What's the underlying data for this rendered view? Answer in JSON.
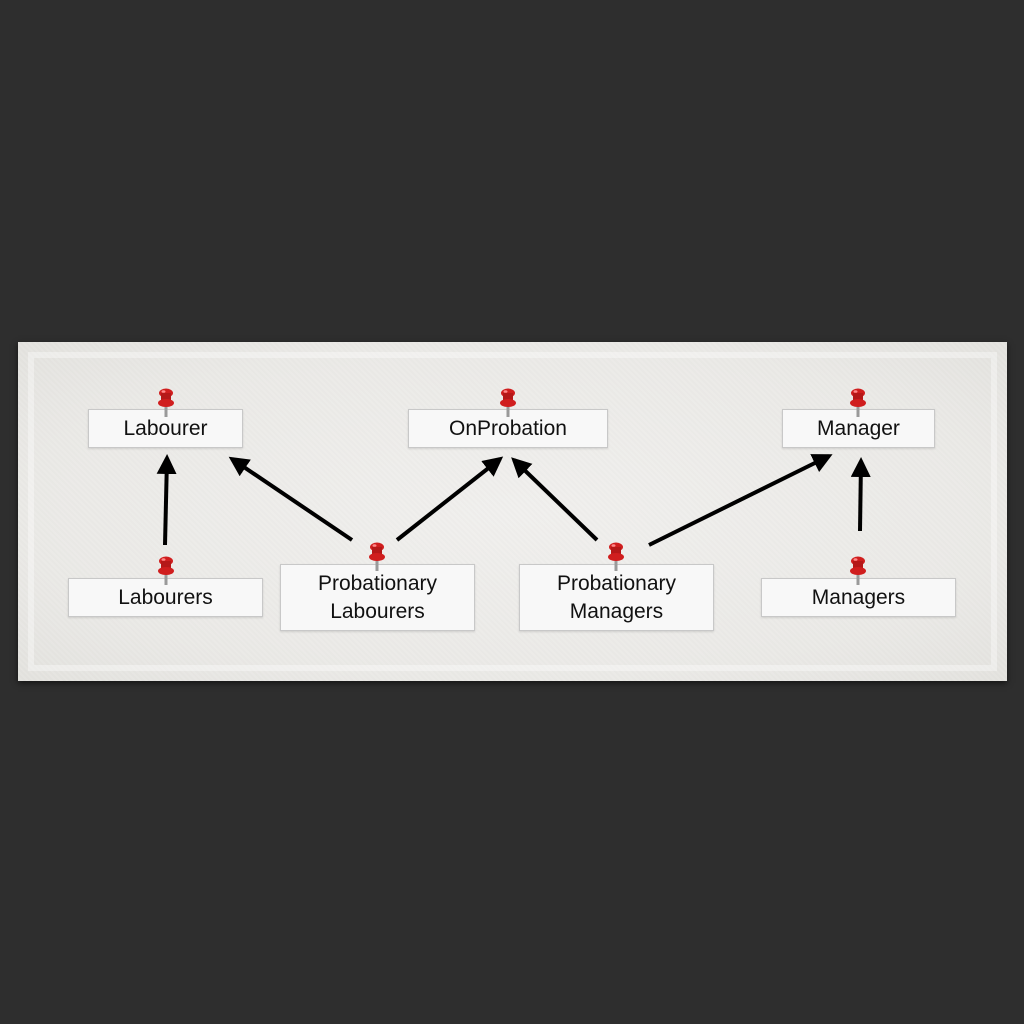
{
  "diagram": {
    "nodes": [
      {
        "id": "labourer",
        "label": "Labourer"
      },
      {
        "id": "onprobation",
        "label": "OnProbation"
      },
      {
        "id": "manager",
        "label": "Manager"
      },
      {
        "id": "labourers",
        "label": "Labourers"
      },
      {
        "id": "probationary_labourers",
        "label": "Probationary\nLabourers"
      },
      {
        "id": "probationary_managers",
        "label": "Probationary\nManagers"
      },
      {
        "id": "managers",
        "label": "Managers"
      }
    ],
    "edges": [
      {
        "from": "labourers",
        "to": "labourer"
      },
      {
        "from": "probationary_labourers",
        "to": "labourer"
      },
      {
        "from": "probationary_labourers",
        "to": "onprobation"
      },
      {
        "from": "probationary_managers",
        "to": "onprobation"
      },
      {
        "from": "probationary_managers",
        "to": "manager"
      },
      {
        "from": "managers",
        "to": "manager"
      }
    ],
    "colors": {
      "pin": "#d01e1e",
      "arrow": "#000000",
      "note": "#f8f8f8",
      "background": "#2e2e2e"
    }
  }
}
